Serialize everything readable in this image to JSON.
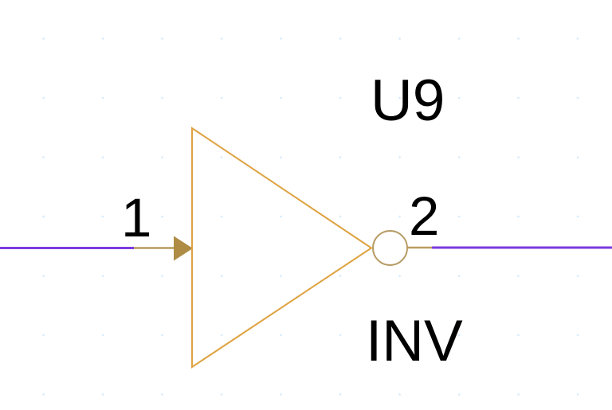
{
  "schematic": {
    "component": {
      "reference": "U9",
      "value": "INV",
      "type": "inverter-gate",
      "pins": [
        {
          "number": "1",
          "side": "left"
        },
        {
          "number": "2",
          "side": "right"
        }
      ]
    }
  },
  "colors": {
    "wire": "#7B3BE0",
    "symbol_outline": "#DEA23F",
    "pin": "#BA9B5F",
    "arrowhead": "#AE8C44",
    "bubble_outline": "#B79C66",
    "text": "#000000",
    "grid_dot": "#D7EBFA",
    "background": "#FFFFFF"
  }
}
